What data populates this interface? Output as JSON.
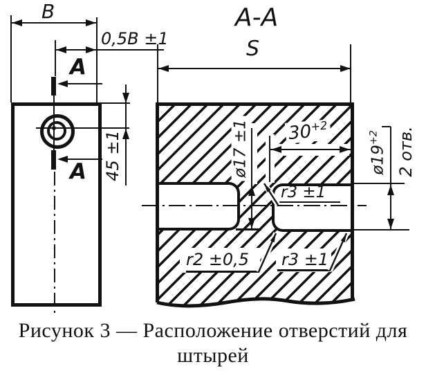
{
  "drawing": {
    "front_view": {
      "width_label": "B",
      "half_width_label": "0,5B ±1",
      "section_letter": "A",
      "hole_offset_label": "45 ±1"
    },
    "section_view": {
      "title": "A-A",
      "thickness_label": "S",
      "hole17_label": "ø17 ±1",
      "depth30": {
        "base": "30",
        "sup": "+2"
      },
      "hole19": {
        "base": "ø19",
        "sup": "+2"
      },
      "holes_count_label": "2 отв.",
      "radius_top_label": "r3 ±1",
      "radius_bottom_left_label": "r2 ±0,5",
      "radius_bottom_right_label": "r3 ±1"
    },
    "caption_line1": "Рисунок  3 — Расположение отверстий для",
    "caption_line2": "штырей"
  },
  "colors": {
    "ink": "#111111",
    "paper": "#ffffff"
  }
}
